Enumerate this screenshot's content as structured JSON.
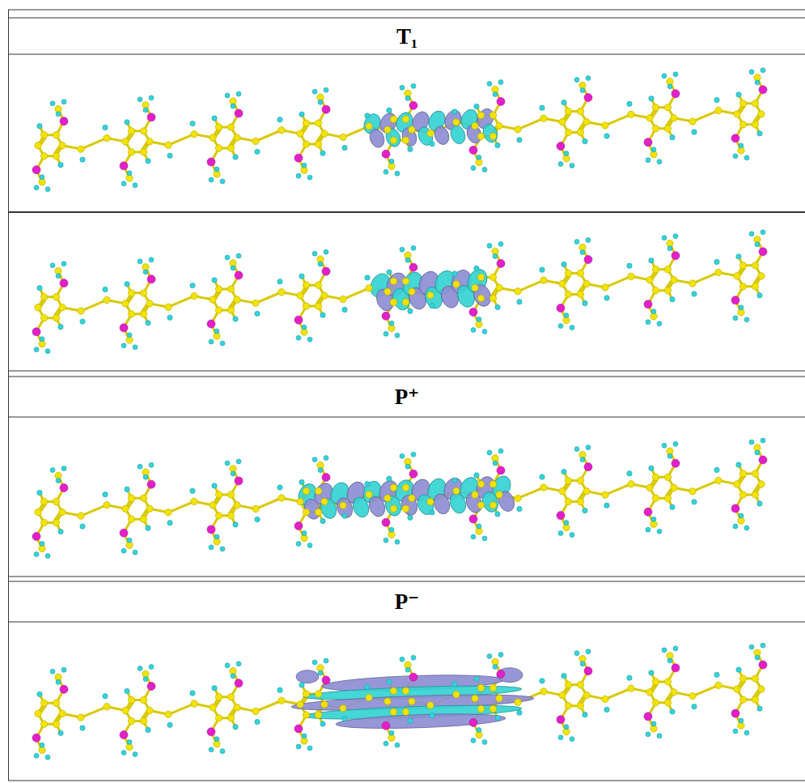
{
  "diagram": {
    "nodes": [
      {
        "text": [
          "T₁"
        ]
      },
      {
        "text": [
          "P⁺"
        ]
      },
      {
        "text": [
          "P⁻"
        ]
      }
    ]
  }
}
